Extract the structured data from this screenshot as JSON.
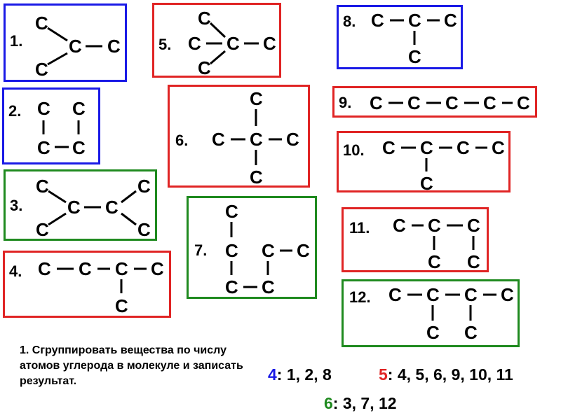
{
  "colors": {
    "blue": "#1a1ae6",
    "red": "#e02424",
    "green": "#1f8a1f",
    "black": "#000000"
  },
  "atom_symbol": "C",
  "boxes": [
    {
      "number": "1.",
      "color": "blue"
    },
    {
      "number": "2.",
      "color": "blue"
    },
    {
      "number": "3.",
      "color": "green"
    },
    {
      "number": "4.",
      "color": "red"
    },
    {
      "number": "5.",
      "color": "red"
    },
    {
      "number": "6.",
      "color": "red"
    },
    {
      "number": "7.",
      "color": "green"
    },
    {
      "number": "8.",
      "color": "blue"
    },
    {
      "number": "9.",
      "color": "red"
    },
    {
      "number": "10.",
      "color": "red"
    },
    {
      "number": "11.",
      "color": "red"
    },
    {
      "number": "12.",
      "color": "green"
    }
  ],
  "task": "1. Сгруппировать вещества по числу атомов углерода в молекуле и записать результат.",
  "answers": [
    {
      "key": "4",
      "sep": ":",
      "items": "1, 2, 8",
      "color": "blue"
    },
    {
      "key": "5",
      "sep": ":",
      "items": "4, 5, 6, 9, 10, 11",
      "color": "red"
    },
    {
      "key": "6",
      "sep": ":",
      "items": "3, 7, 12",
      "color": "green"
    }
  ]
}
